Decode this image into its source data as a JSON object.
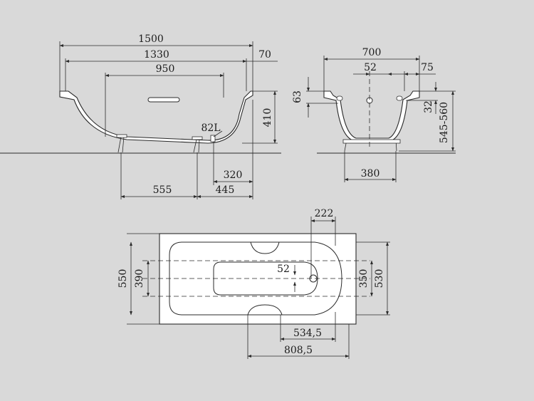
{
  "colors": {
    "background": "#d9d9d9",
    "line": "#2b2b2b",
    "tub": "#ffffff"
  },
  "side_view": {
    "length_overall": "1500",
    "length_inner": "1330",
    "rim_width": "70",
    "handle_spacing": "950",
    "height": "410",
    "drain_label": "82L",
    "drain_offset": "320",
    "leg_spacing": "555",
    "leg_offset": "445"
  },
  "end_view": {
    "width": "700",
    "drain_offset": "52",
    "rim_offset": "75",
    "rim_depth": "63",
    "overflow_height": "32",
    "total_height": "545-560",
    "foot_spacing": "380"
  },
  "top_view": {
    "overflow_offset": "222",
    "drain_offset": "52",
    "width_overall": "550",
    "width_inner": "390",
    "inner_right": "350",
    "outer_right": "530",
    "handle_offset": "534,5",
    "handle_offset_total": "808,5"
  }
}
